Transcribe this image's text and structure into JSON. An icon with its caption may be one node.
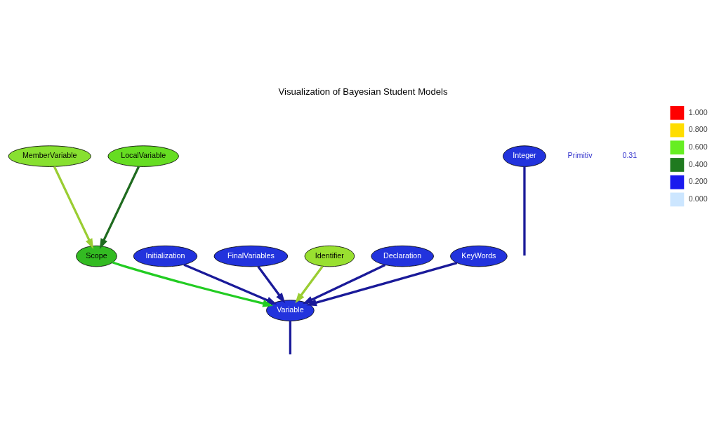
{
  "diagram": {
    "title": "Visualization of Bayesian Student Models",
    "nodes": [
      {
        "text": [
          "MemberVariable"
        ]
      },
      {
        "text": [
          "LocalVariable"
        ]
      },
      {
        "text": [
          "Integer"
        ]
      },
      {
        "text": [
          "Initialization"
        ]
      },
      {
        "text": [
          "FinalVariables"
        ]
      },
      {
        "text": [
          "Scope"
        ]
      },
      {
        "text": [
          "Identifier"
        ]
      },
      {
        "text": [
          "Declaration"
        ]
      },
      {
        "text": [
          "KeyWords"
        ]
      },
      {
        "text": [
          "Variable"
        ]
      }
    ],
    "edges": [
      {
        "from": 0,
        "to": 5,
        "arrow": "to",
        "color": "#9acd32"
      },
      {
        "from": 1,
        "to": 5,
        "arrow": "to",
        "color": "#1f6b1f"
      },
      {
        "from": 5,
        "to": 9,
        "arrow": "to",
        "color": "#22cc22"
      },
      {
        "from": 6,
        "to": 9,
        "arrow": "to",
        "color": "#9acd32"
      },
      {
        "from": 3,
        "to": 9,
        "arrow": "to"
      },
      {
        "from": 7,
        "to": 9,
        "arrow": "to"
      },
      {
        "from": 4,
        "to": 9,
        "arrow": "to"
      },
      {
        "from": 8,
        "to": 9,
        "arrow": "to"
      },
      {
        "from": 2,
        "to": null,
        "arrow": "none"
      },
      {
        "from": 9,
        "to": null,
        "arrow": "none"
      }
    ],
    "labels": [
      "Primitiv",
      "0.31"
    ],
    "legend": [
      {
        "text": "1.000",
        "color": "#ff0000"
      },
      {
        "text": "0.800",
        "color": "#ffdd00"
      },
      {
        "text": "0.600",
        "color": "#66ee22"
      },
      {
        "text": "0.400",
        "color": "#1f7a1f"
      },
      {
        "text": "0.200",
        "color": "#1a1aee"
      },
      {
        "text": "0.000",
        "color": "#cce6ff"
      }
    ]
  }
}
